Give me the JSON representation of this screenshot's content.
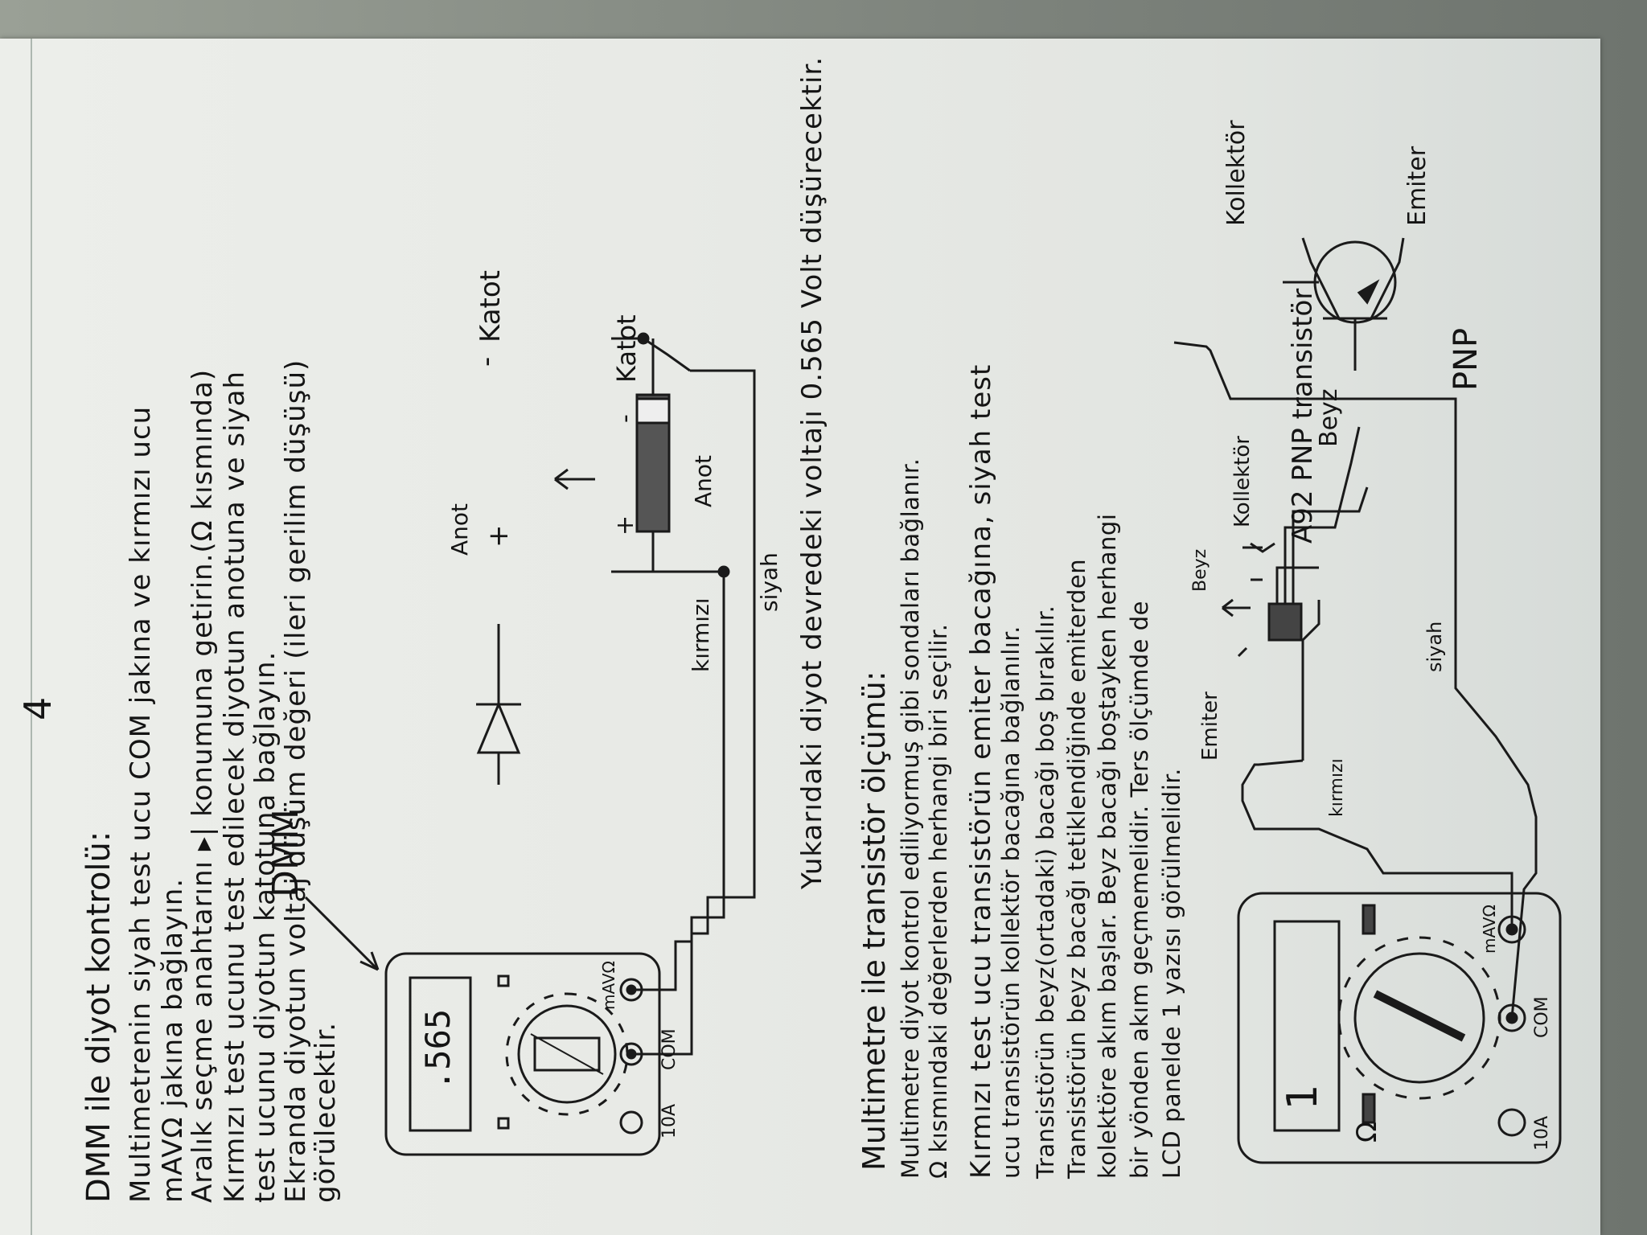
{
  "page_number": "4",
  "section1": {
    "title": "DMM ile diyot kontrolü:",
    "lines": [
      "Multimetrenin siyah test ucu COM jakına ve kırmızı ucu",
      "mAVΩ jakına bağlayın.",
      "Aralık seçme anahtarını ▸| konumuna getirin.(Ω kısmında)",
      "Kırmızı test ucunu test edilecek diyotun anotuna ve siyah",
      "test ucunu diyotun katotuna bağlayın.",
      "Ekranda diyotun voltaj düşüm değeri (ileri gerilim düşüşü)",
      "görülecektir."
    ]
  },
  "diagram1": {
    "meter_display": ".565",
    "jack_10a": "10A",
    "jack_com": "COM",
    "jack_mavohm": "mAVΩ",
    "dmm_label": "DMM",
    "wire_red": "kırmızı",
    "wire_black": "siyah",
    "anot_label": "Anot",
    "katot_label": "Katot",
    "plus_sign": "+",
    "minus_sign": "-",
    "anot_label_2": "Anot",
    "katot_label_2": "Katot",
    "plus_sign_2": "+",
    "minus_sign_2": "-"
  },
  "result_line": "Yukarıdaki diyot devredeki voltajı 0.565 Volt düşürecektir.",
  "section2": {
    "title": "Multimetre ile transistör ölçümü:",
    "lines": [
      "Multimetre diyot kontrol ediliyormuş gibi sondaları bağlanır.",
      "Ω kısmındaki değerlerden herhangi biri seçilir.",
      "Kırmızı test ucu transistörün emiter bacağına, siyah test",
      "ucu transistörün kollektör bacağına bağlanılır.",
      "Transistörün beyz(ortadaki) bacağı boş bırakılır.",
      "Transistörün beyz bacağı tetiklendiğinde emiterden",
      "kolektöre akım başlar. Beyz bacağı boştayken herhangi",
      "bir yönden akım geçmemelidir. Ters ölçümde de",
      "LCD panelde 1 yazısı görülmelidir."
    ]
  },
  "diagram2": {
    "meter_display": "1",
    "jack_10a": "10A",
    "jack_com": "COM",
    "jack_mavohm": "mAVΩ",
    "ohm_symbol": "Ω",
    "wire_red": "kırmızı",
    "wire_black": "siyah",
    "pin_emitter": "Emiter",
    "pin_base": "Beyz",
    "pin_collector": "Kollektör",
    "part_name": "A92 PNP transistör",
    "sym_collector": "Kollektör",
    "sym_base": "Beyz",
    "sym_emitter": "Emiter",
    "sym_type": "PNP"
  }
}
